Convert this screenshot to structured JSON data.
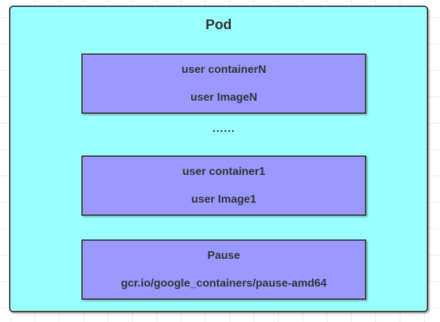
{
  "pod": {
    "title": "Pod",
    "container_n": {
      "name": "user containerN",
      "image": "user ImageN"
    },
    "ellipsis": "......",
    "container_1": {
      "name": "user container1",
      "image": "user Image1"
    },
    "pause": {
      "name": "Pause",
      "image": "gcr.io/google_containers/pause-amd64"
    }
  },
  "colors": {
    "pod_fill": "#99FFFF",
    "container_fill": "#9999FF",
    "shape_border": "#3E3E3E",
    "text": "#333333",
    "canvas_bg": "#FFFFFF",
    "grid_line": "#ECECEC"
  }
}
